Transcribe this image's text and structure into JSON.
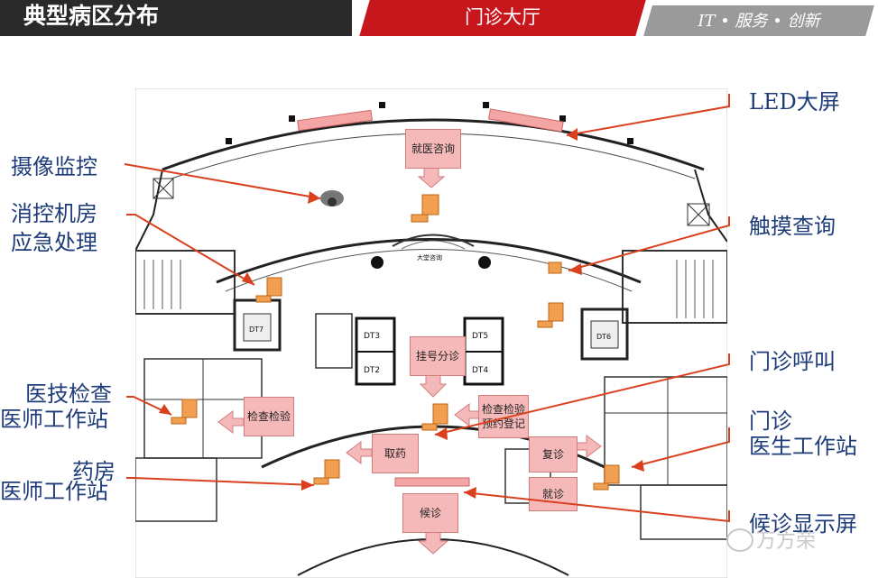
{
  "header": {
    "title": "典型病区分布",
    "tab": "门诊大厅",
    "slogan": "IT • 服务 • 创新"
  },
  "labels_left": {
    "camera": "摄像监控",
    "fire_room_1": "消控机房",
    "fire_room_2": "应急处理",
    "tech_ws_1": "医技检查",
    "tech_ws_2": "医师工作站",
    "pharmacy_1": "药房",
    "pharmacy_2": "医师工作站"
  },
  "labels_right": {
    "led": "LED大屏",
    "touch": "触摸查询",
    "call": "门诊呼叫",
    "doctor_ws_1": "门诊",
    "doctor_ws_2": "医生工作站",
    "wait_display": "候诊显示屏"
  },
  "callouts": {
    "consult": "就医咨询",
    "register": "挂号分诊",
    "exam": "检查检验",
    "exam_booking_1": "检查检验",
    "exam_booking_2": "预约登记",
    "pickup": "取药",
    "revisit": "复诊",
    "visit": "就诊",
    "waiting": "候诊"
  },
  "plan_text": {
    "room1": "DT3",
    "room2": "DT5",
    "room3": "DT2",
    "room4": "DT4",
    "room5": "DT7",
    "room6": "DT6",
    "info_desk": "大堂咨询"
  },
  "watermark": "万方荣",
  "colors": {
    "header_dark": "#2a2a2a",
    "header_red": "#c8161d",
    "header_gray": "#9a9a9a",
    "label_blue": "#1f3c7a",
    "arrow_red": "#d9411e",
    "callout_pink": "#f6b9b9",
    "device_orange": "#e8903a"
  }
}
